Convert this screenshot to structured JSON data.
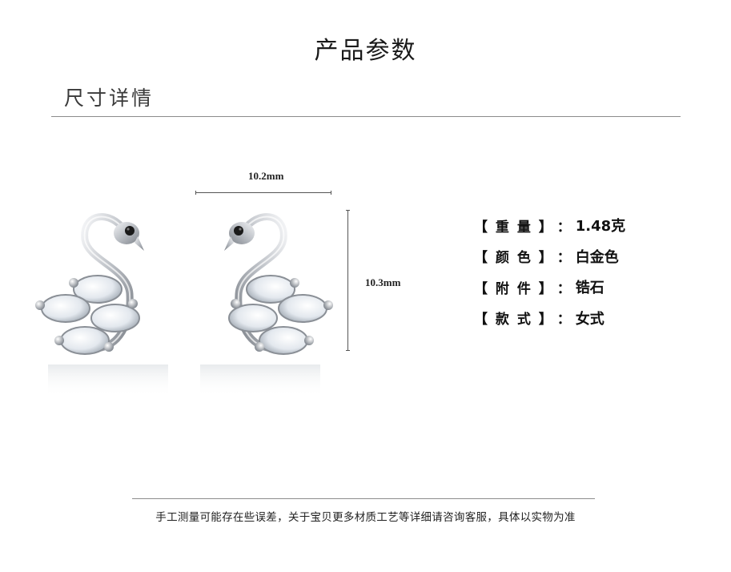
{
  "page": {
    "title": "产品参数",
    "section_heading": "尺寸详情"
  },
  "dimensions": {
    "width_label": "10.2mm",
    "height_label": "10.3mm"
  },
  "specs": [
    {
      "label": "【 重 量 】",
      "separator": "：",
      "value": "1.48克"
    },
    {
      "label": "【 颜 色 】",
      "separator": "：",
      "value": "白金色"
    },
    {
      "label": "【 附 件 】",
      "separator": "：",
      "value": "锆石"
    },
    {
      "label": "【 款 式 】",
      "separator": "：",
      "value": "女式"
    }
  ],
  "footer": {
    "disclaimer": "手工测量可能存在些误差，关于宝贝更多材质工艺等详细请咨询客服，具体以实物为准"
  },
  "colors": {
    "metal": "#c9ccd1",
    "metal_dark": "#8a8f96",
    "stone": "#eef2f6",
    "eye": "#1a1a1a"
  }
}
